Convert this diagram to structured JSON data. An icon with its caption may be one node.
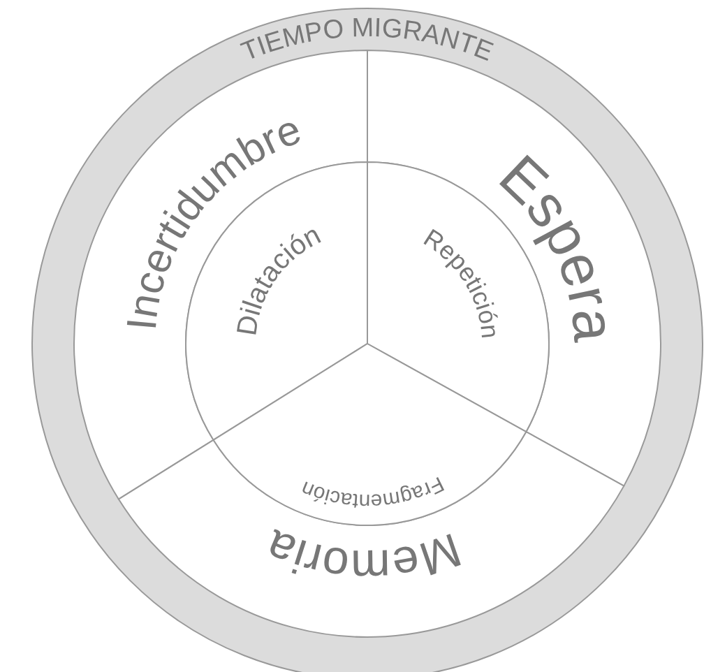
{
  "diagram": {
    "nodes": [
      {
        "text": [
          "TIEMPO MIGRANTE"
        ]
      },
      {
        "text": [
          "Incertidumbre"
        ],
        "in": 0
      },
      {
        "text": [
          "Espera"
        ],
        "in": 0
      },
      {
        "text": [
          "Memoria"
        ],
        "in": 0
      },
      {
        "text": [
          "Dilatación"
        ],
        "in": 0
      },
      {
        "text": [
          "Repetición"
        ],
        "in": 0
      },
      {
        "text": [
          "Fragmentación"
        ],
        "in": 0
      }
    ]
  }
}
